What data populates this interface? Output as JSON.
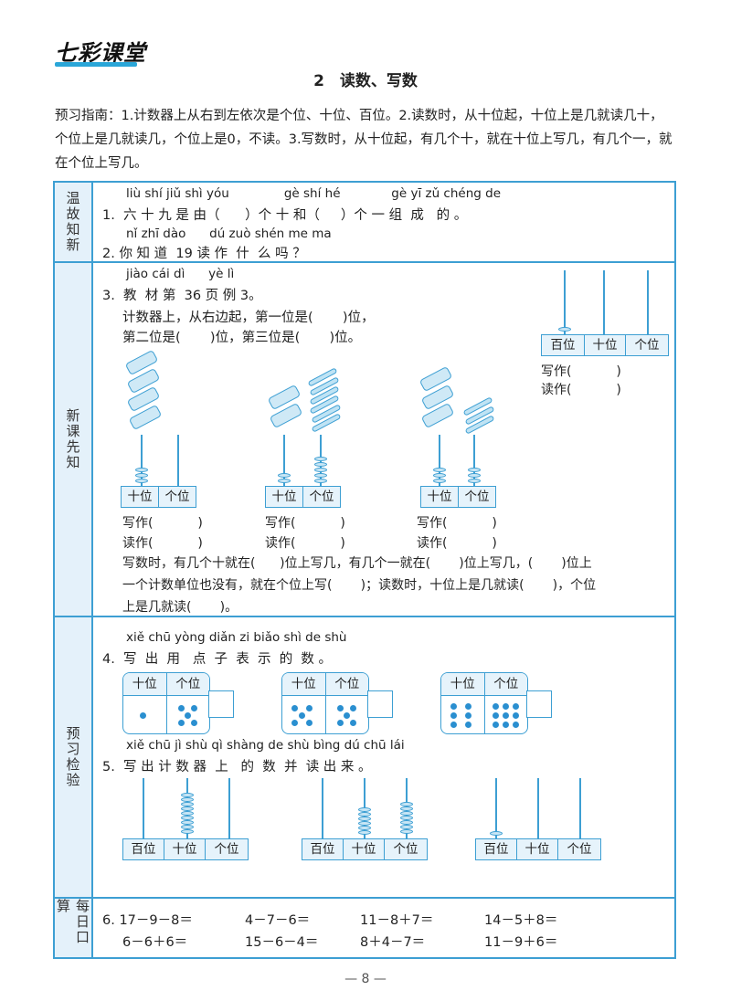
{
  "header": {
    "logo": "七彩课堂",
    "title": "2　读数、写数"
  },
  "guide": "预习指南：1.计数器上从右到左依次是个位、十位、百位。2.读数时，从十位起，十位上是几就读几十，个位上是几就读几，个位上是0，不读。3.写数时，从十位起，有几个十，就在十位上写几，有几个一，就在个位上写几。",
  "sections": {
    "review": "温故知新",
    "new": "新课先知",
    "check": "预习检验",
    "daily": "每日口算"
  },
  "review": {
    "q1_pinyin": "liù shí jiǔ shì yóu              gè shí hé             gè yī zǔ chéng de",
    "q1": "1.  六 十 九 是 由（      ）个 十 和（     ）个 一 组  成   的 。",
    "q2_pinyin": "nǐ zhī dào      dú zuò shén me ma",
    "q2": "2. 你 知 道  19 读 作  什  么 吗 ？"
  },
  "new": {
    "q3_pinyin": "jiào cái dì      yè lì",
    "q3": "3.  教  材 第  36 页 例 3。",
    "q3_line1": "计数器上，从右边起，第一位是(       )位，",
    "q3_line2": "第二位是(       )位，第三位是(       )位。",
    "write": "写作(           )",
    "read": "读作(           )",
    "fill1": "写数时，有几个十就在(      )位上写几，有几个一就在(       )位上写几，(       )位上",
    "fill2": "一个计数单位也没有，就在个位上写(       )；读数时，十位上是几就读(       )，个位",
    "fill3": "上是几就读(       )。"
  },
  "check": {
    "q4_pinyin": "xiě chū yòng diǎn zi biǎo shì de shù",
    "q4": "4.  写  出  用   点  子  表  示  的  数 。",
    "q5_pinyin": "xiě chū jì shù qì shàng de shù bìng dú chū lái",
    "q5": "5.  写 出 计 数 器  上   的  数  并  读 出 来 。"
  },
  "labels": {
    "hundreds": "百位",
    "tens": "十位",
    "ones": "个位"
  },
  "daily": {
    "row1": [
      "6. 17－9－8＝",
      "4－7－6＝",
      "11－8＋7＝",
      "14－5＋8＝"
    ],
    "row2": [
      "6－6＋6＝",
      "15－6－4＝",
      "8＋4－7＝",
      "11－9＋6＝"
    ]
  },
  "page_number": "— 8 —",
  "colors": {
    "accent": "#3d9fd3",
    "fill": "#e4f1fa"
  }
}
